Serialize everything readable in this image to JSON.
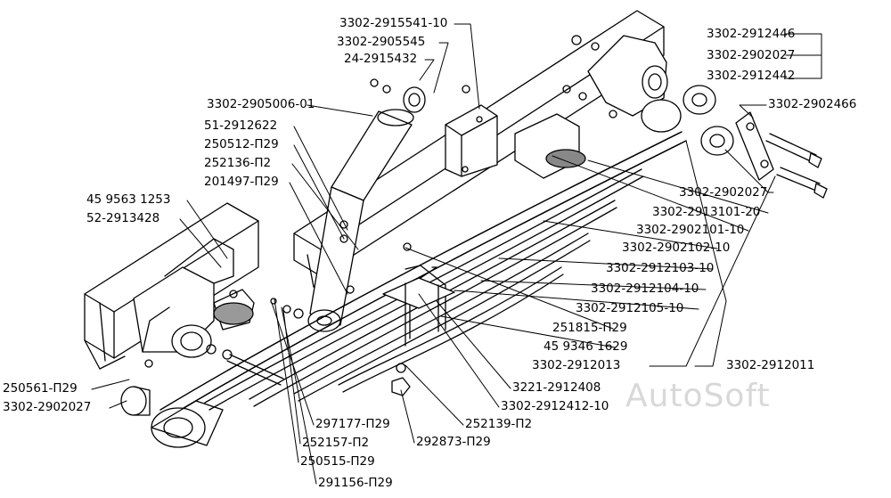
{
  "watermark": "AutoSoft",
  "labels": {
    "p01": "3302-2915541-10",
    "p02": "3302-2905545",
    "p03": "24-2915432",
    "p04": "3302-2905006-01",
    "p05": "51-2912622",
    "p06": "250512-П29",
    "p07": "252136-П2",
    "p08": "201497-П29",
    "p09": "45 9563 1253",
    "p10": "52-2913428",
    "p11": "3302-2912446",
    "p12": "3302-2902027",
    "p13": "3302-2912442",
    "p14": "3302-2902466",
    "p15": "3302-2902027",
    "p16": "3302-2913101-20",
    "p17": "3302-2902101-10",
    "p18": "3302-2902102-10",
    "p19": "3302-2912103-10",
    "p20": "3302-2912104-10",
    "p21": "3302-2912105-10",
    "p22": "251815-П29",
    "p23": "45 9346 1629",
    "p24": "3302-2912013",
    "p25": "3302-2912011",
    "p26": "3221-2912408",
    "p27": "3302-2912412-10",
    "p28": "252139-П2",
    "p29": "292873-П29",
    "p30": "250561-П29",
    "p31": "3302-2902027",
    "p32": "297177-П29",
    "p33": "252157-П2",
    "p34": "250515-П29",
    "p35": "291156-П29"
  }
}
